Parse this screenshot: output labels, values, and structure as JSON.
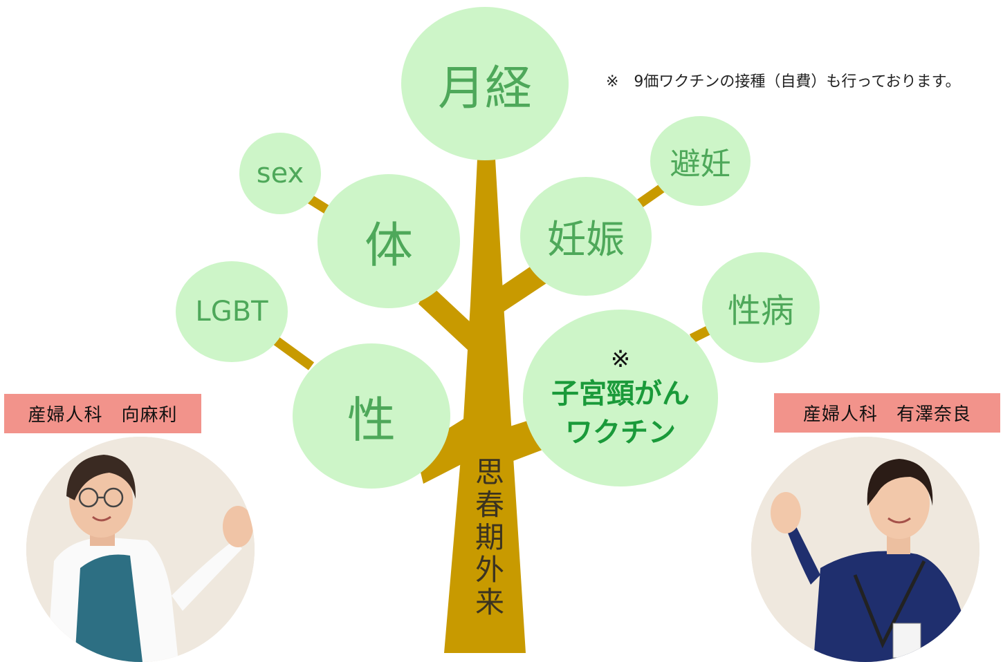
{
  "note": "※　9価ワクチンの接種（自費）も行っております。",
  "trunk_label": [
    "思",
    "春",
    "期",
    "外",
    "来"
  ],
  "bubbles": {
    "menstruation": "月経",
    "sex": "sex",
    "body": "体",
    "pregnancy": "妊娠",
    "contraception": "避妊",
    "lgbt": "LGBT",
    "std": "性病",
    "gender": "性",
    "vaccine_mark": "※",
    "vaccine_line1": "子宮頸がん",
    "vaccine_line2": "ワクチン"
  },
  "doctors": {
    "left": "産婦人科　向麻利",
    "right": "産婦人科　有澤奈良"
  },
  "colors": {
    "bubble": "#cdf5c8",
    "bubble_text": "#4ea85a",
    "vaccine_text": "#1a9a3a",
    "trunk": "#c89a00",
    "name_tag": "#f2938b"
  }
}
